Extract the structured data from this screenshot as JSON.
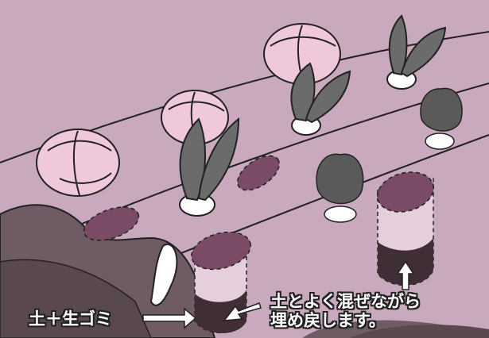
{
  "labels": {
    "soil_and_garbage": "土＋生ゴミ",
    "mix_line1": "土とよく混ぜながら",
    "mix_line2": "埋め戻します。"
  },
  "colors": {
    "ground": "#c9a9bd",
    "soil_dark": "#3f2e35",
    "hole": "#7a4a66",
    "leaf": "#6b6b6b",
    "cabbage_pink": "#f0c8dc"
  },
  "icons": [
    "cabbage-icon",
    "turnip-icon",
    "spinach-icon",
    "arrow-icon"
  ]
}
